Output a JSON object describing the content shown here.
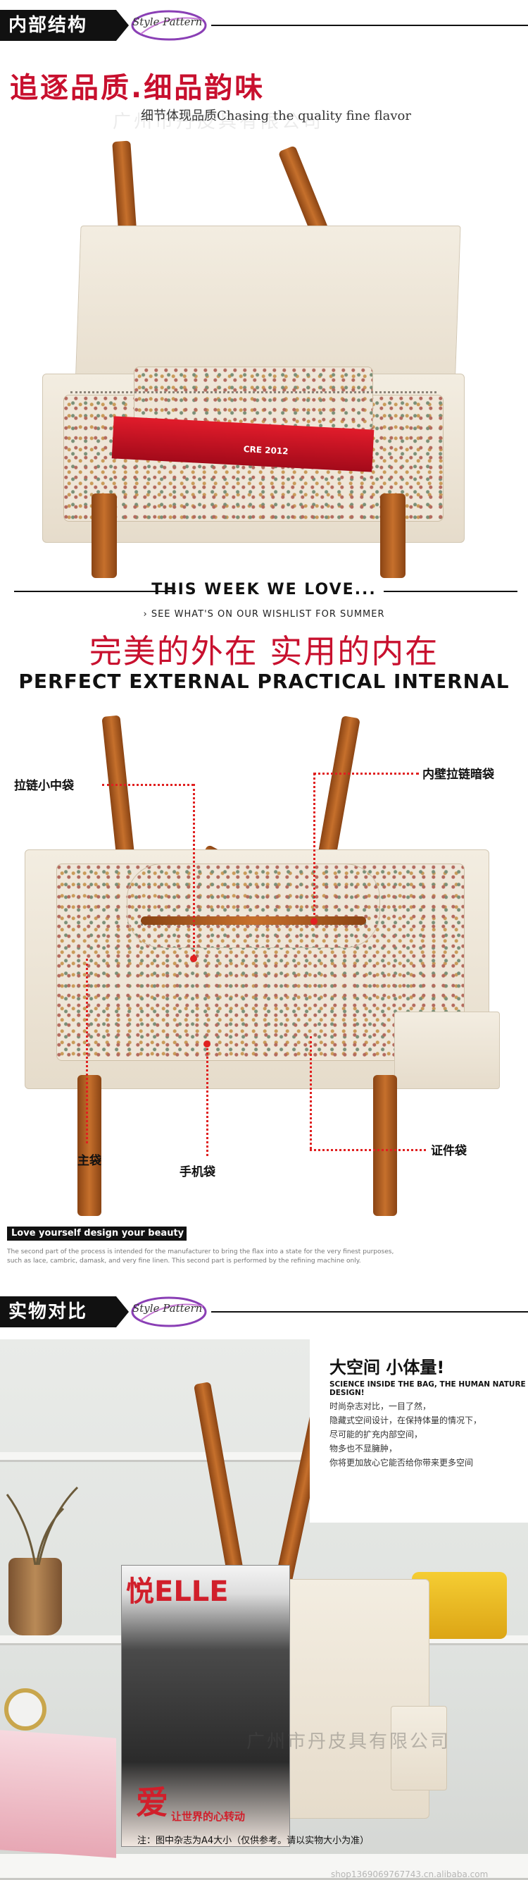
{
  "section1": {
    "tag": "内部结构",
    "logo": "Style Pattern",
    "title_cn": "追逐品质.细品韵味",
    "subtitle": "细节体现品质Chasing the quality fine flavor",
    "watermark": "广州市丹皮具有限公司",
    "magazine_text": "CRE 2012"
  },
  "divider": {
    "heading": "THIS WEEK WE LOVE...",
    "sub": "› SEE WHAT'S ON OUR WISHLIST FOR SUMMER",
    "cn": "完美的外在 实用的内在",
    "en": "PERFECT EXTERNAL PRACTICAL INTERNAL"
  },
  "annotations": {
    "zip_small": "拉链小中袋",
    "inner_zip": "内壁拉链暗袋",
    "main": "主袋",
    "phone": "手机袋",
    "id": "证件袋"
  },
  "love": {
    "bar": "Love yourself design your beauty",
    "text": "The second part of the process is intended for the manufacturer to bring the flax into a state for the very finest purposes, such as lace, cambric, damask, and very fine linen. This second part is performed by the refining machine only."
  },
  "section2": {
    "tag": "实物对比",
    "logo": "Style Pattern",
    "panel_title": "大空间 小体量!",
    "panel_sub": "SCIENCE INSIDE THE BAG, THE HUMAN NATURE DESIGN!",
    "lines": [
      "时尚杂志对比，一目了然，",
      "隐藏式空间设计，在保持体量的情况下，",
      "尽可能的扩充内部空间，",
      "物多也不显臃肿，",
      "你将更加放心它能否给你带来更多空间"
    ],
    "magazine_title": "悦ELLE",
    "magazine_cn": "爱",
    "magazine_cn2": "让世界的心转动",
    "watermark": "广州市丹皮具有限公司",
    "note": "注：图中杂志为A4大小（仅供参考。请以实物大小为准）",
    "url": "shop1369069767743.cn.alibaba.com"
  }
}
